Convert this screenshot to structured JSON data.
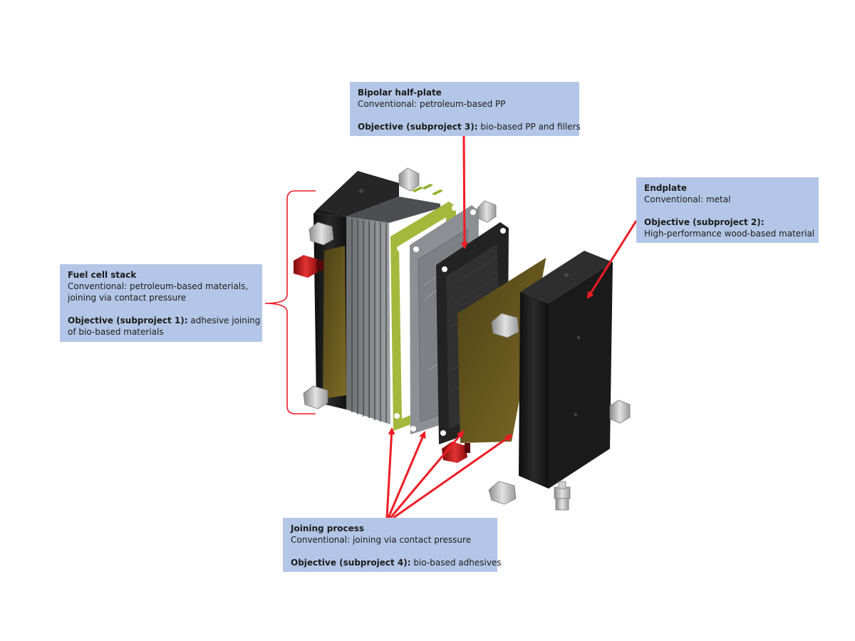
{
  "colors": {
    "callout_background": "#b4c6e7",
    "arrow": "#ee1c25",
    "plate_black": "#1c1c1c",
    "plate_olive": "#6b5a1e",
    "gasket_green": "#9fb33a",
    "plate_grey": "#8a8d90",
    "fitting_red": "#b31212",
    "fitting_silver": "#b9b9b9"
  },
  "callouts": {
    "bipolar": {
      "title": "Bipolar half-plate",
      "conventional": "Conventional: petroleum-based PP",
      "objective_key": "Objective (subproject 3):",
      "objective_value": " bio-based PP and fillers"
    },
    "endplate": {
      "title": "Endplate",
      "conventional": "Conventional: metal",
      "objective_key": "Objective (subproject 2):",
      "objective_value": "High-performance wood-based material"
    },
    "stack": {
      "title": "Fuel cell stack",
      "conventional_1": "Conventional: petroleum-based materials,",
      "conventional_2": "joining via contact pressure",
      "objective_key": "Objective (subproject 1):",
      "objective_value_1": " adhesive joining",
      "objective_value_2": "of bio-based materials"
    },
    "joining": {
      "title": "Joining process",
      "conventional": "Conventional: joining via contact pressure",
      "objective_key": "Objective (subproject 4):",
      "objective_value": " bio-based adhesives"
    }
  }
}
